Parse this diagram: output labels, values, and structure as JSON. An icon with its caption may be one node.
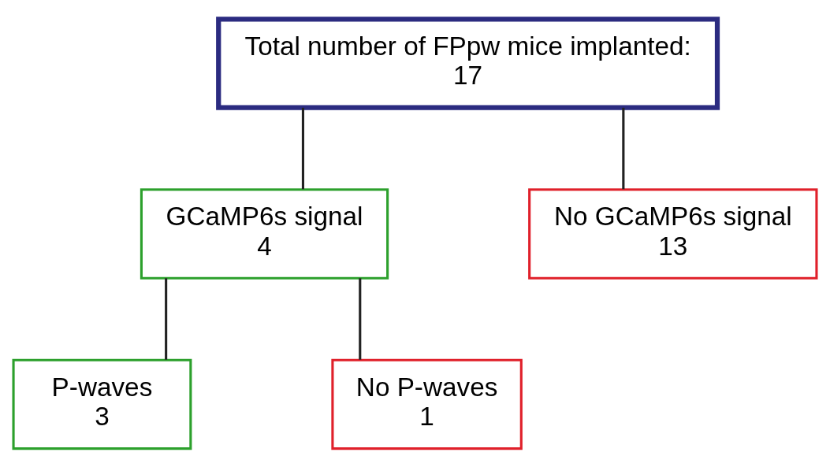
{
  "diagram": {
    "nodes": [
      {
        "text": [
          "Total number of FPpw mice implanted:",
          "17"
        ]
      },
      {
        "text": [
          "GCaMP6s signal",
          "4"
        ]
      },
      {
        "text": [
          "No GCaMP6s signal",
          "13"
        ]
      },
      {
        "text": [
          "P-waves",
          "3"
        ]
      },
      {
        "text": [
          "No P-waves",
          "1"
        ]
      }
    ],
    "edges": [
      {
        "from": 0,
        "to": 1,
        "arrow": "none"
      },
      {
        "from": 0,
        "to": 2,
        "arrow": "none"
      },
      {
        "from": 1,
        "to": 3,
        "arrow": "none"
      },
      {
        "from": 1,
        "to": 4,
        "arrow": "none"
      }
    ]
  }
}
